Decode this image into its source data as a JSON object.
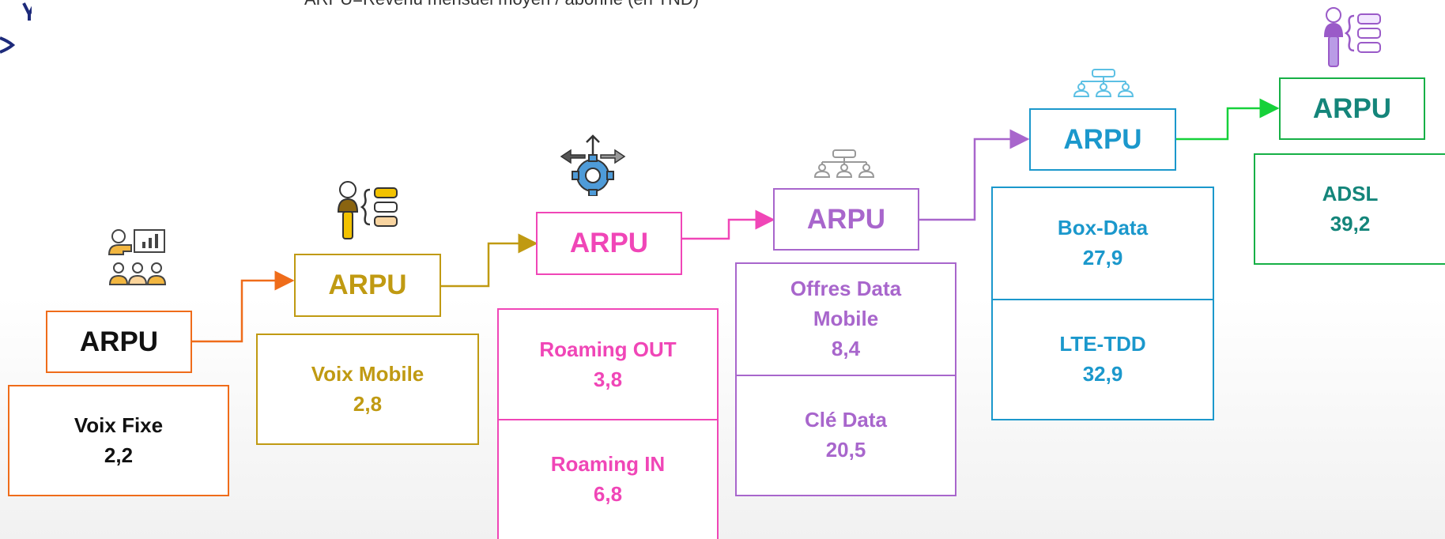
{
  "caption": "ARPU=Revenu mensuel moyen / abonné (en TND)",
  "colors": {
    "s1": "#ef6c1a",
    "s2": "#c09a12",
    "s3": "#f046b7",
    "s4": "#a866cc",
    "s5": "#1b98cc",
    "s6": "#16b046",
    "s6_text": "#14857a"
  },
  "steps": [
    {
      "arpu_label": "ARPU",
      "icon": "presentation-audience-icon",
      "segments": [
        {
          "name": "Voix Fixe",
          "value": "2,2"
        }
      ]
    },
    {
      "arpu_label": "ARPU",
      "icon": "person-list-icon",
      "segments": [
        {
          "name": "Voix Mobile",
          "value": "2,8"
        }
      ]
    },
    {
      "arpu_label": "ARPU",
      "icon": "gear-arrows-icon",
      "segments": [
        {
          "name": "Roaming OUT",
          "value": "3,8"
        },
        {
          "name": "Roaming IN",
          "value": "6,8"
        }
      ]
    },
    {
      "arpu_label": "ARPU",
      "icon": "org-chart-icon",
      "segments": [
        {
          "name": "Offres Data Mobile",
          "value": "8,4"
        },
        {
          "name": "Clé Data",
          "value": "20,5"
        }
      ]
    },
    {
      "arpu_label": "ARPU",
      "icon": "org-chart-icon",
      "segments": [
        {
          "name": "Box-Data",
          "value": "27,9"
        },
        {
          "name": "LTE-TDD",
          "value": "32,9"
        }
      ]
    },
    {
      "arpu_label": "ARPU",
      "icon": "person-list-icon",
      "segments": [
        {
          "name": "ADSL",
          "value": "39,2"
        }
      ]
    }
  ]
}
